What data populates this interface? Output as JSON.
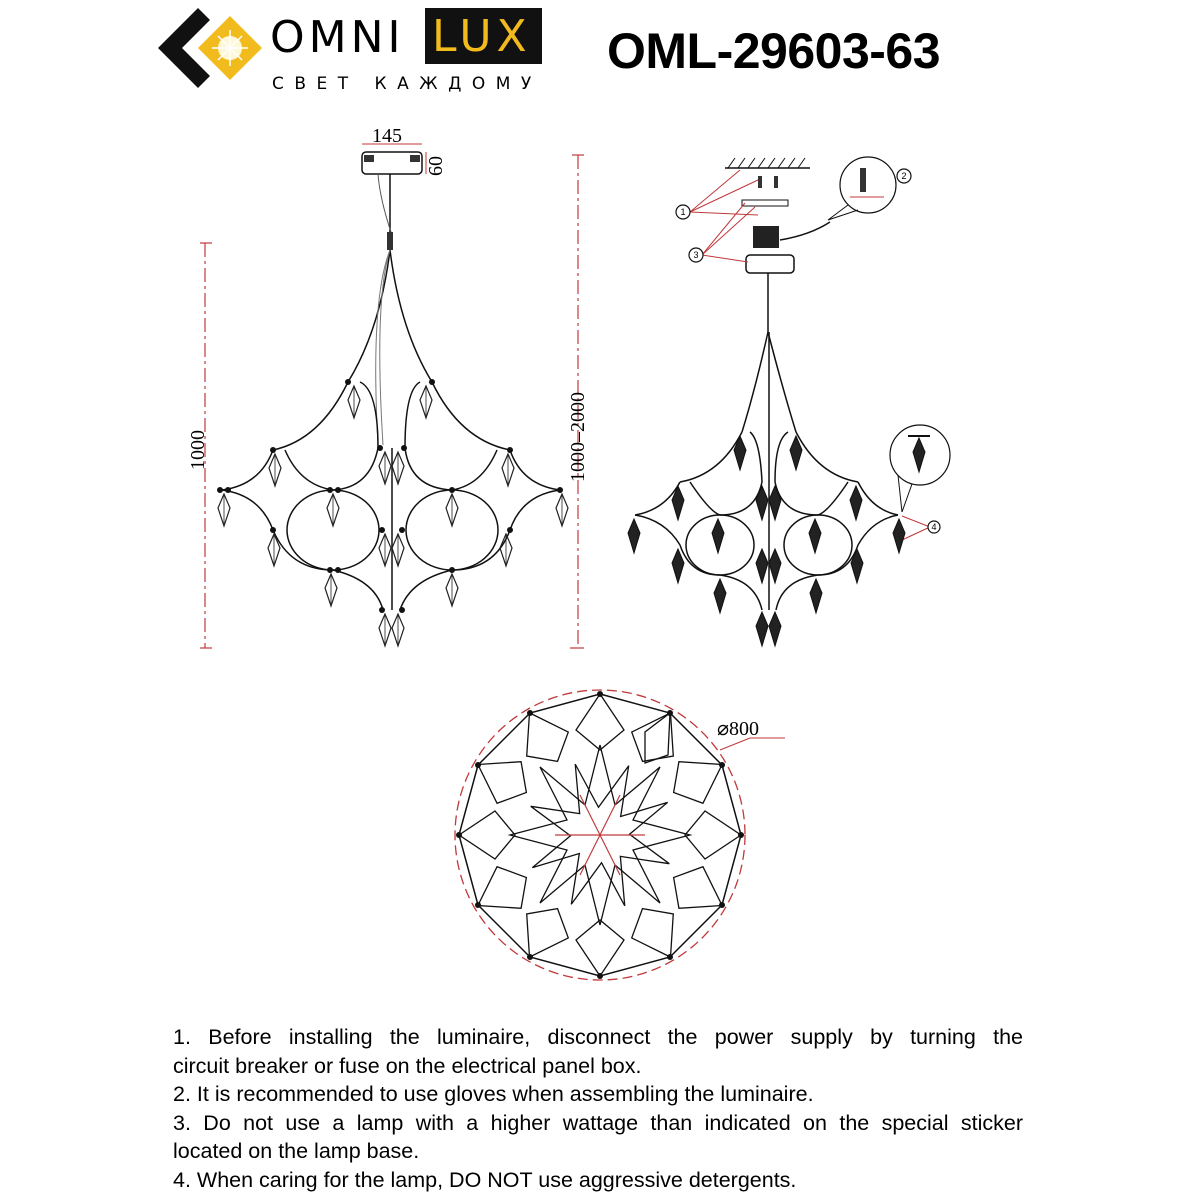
{
  "header": {
    "brand_part1": "OMNI",
    "brand_part2": "LUX",
    "tagline": "СВЕТ КАЖДОМУ",
    "model_number": "OML-29603-63",
    "brand_colors": {
      "accent_yellow": "#f2bb1d",
      "dark": "#111111"
    }
  },
  "front_view": {
    "canopy_width": "145",
    "canopy_height": "60",
    "body_height": "1000",
    "total_height": "1000–2000"
  },
  "side_view": {
    "callouts": [
      "1",
      "2",
      "3",
      "4"
    ]
  },
  "top_view": {
    "diameter": "⌀800"
  },
  "instructions": [
    {
      "line1": "1. Before installing the luminaire, disconnect the power supply by turning the",
      "line2": "circuit breaker or fuse on the electrical panel box."
    },
    {
      "line1": "2. It is recommended to use gloves when assembling the luminaire."
    },
    {
      "line1": "3. Do not use a lamp with a higher wattage than indicated on the special sticker",
      "line2": "located on the lamp base."
    },
    {
      "line1": "4. When caring for the lamp, DO NOT use aggressive detergents."
    }
  ],
  "colors": {
    "dimension_line": "#c0393b",
    "drawing": "#111111"
  }
}
